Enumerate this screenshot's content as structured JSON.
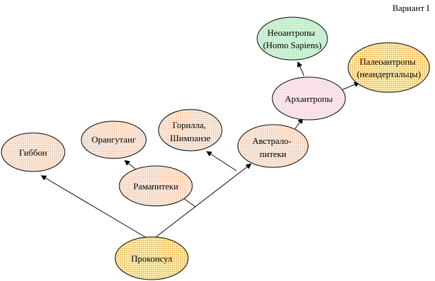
{
  "variant_label": "Вариант I",
  "colors": {
    "light_fill": "#fbeee4",
    "light_dots": "#e8a978",
    "gold_fill": "#fff2b8",
    "gold_dots": "#e0a030",
    "pink_fill": "#fdeaf0",
    "pink_dots": "#e9b6c6",
    "green_fill": "#d5f5dc",
    "green_dots": "#8fd69e",
    "stroke": "#000000"
  },
  "nodes": {
    "gibbon": {
      "lines": [
        "Гиббон"
      ]
    },
    "orangutan": {
      "lines": [
        "Орангутанг"
      ]
    },
    "gorilla": {
      "lines": [
        "Горилла,",
        "Шимпанзе"
      ]
    },
    "ramapithecus": {
      "lines": [
        "Рамапитеки"
      ]
    },
    "australopithecus": {
      "lines": [
        "Австрало-",
        "питеки"
      ]
    },
    "archanthropes": {
      "lines": [
        "Архантропы"
      ]
    },
    "neoanthropes": {
      "lines": [
        "Неоантропы",
        "(Homo Sapiens)"
      ]
    },
    "paleoanthropes": {
      "lines": [
        "Палеоантропы",
        "(неандертальцы)"
      ]
    },
    "proconsul": {
      "lines": [
        "Проконсул"
      ]
    }
  }
}
